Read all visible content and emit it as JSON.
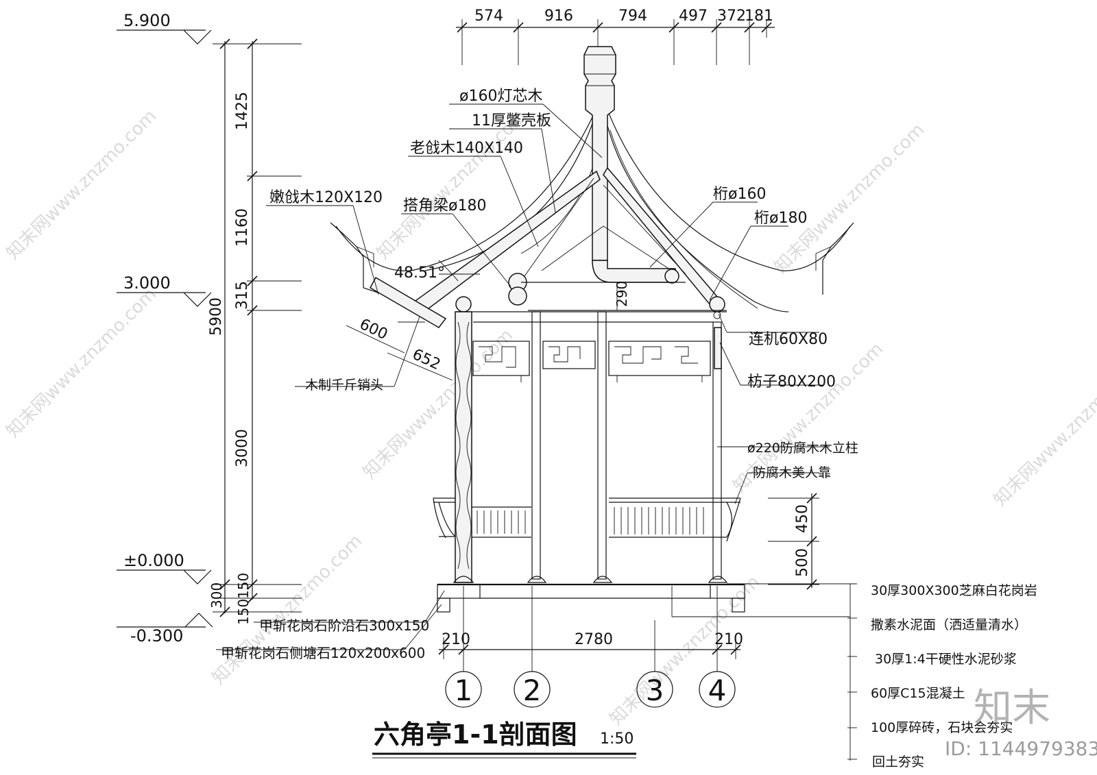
{
  "title": "六角亭1-1剖面图",
  "scale": "1:50",
  "levels": [
    "5.900",
    "3.000",
    "±0.000",
    "-0.300"
  ],
  "top_dims": [
    "574",
    "916",
    "794",
    "497",
    "372",
    "181"
  ],
  "left_dims": [
    "1425",
    "1160",
    "315",
    "3000",
    "150",
    "300",
    "150"
  ],
  "total_height": "5900",
  "right_dims": [
    "450",
    "500"
  ],
  "bottom_dims": [
    "210",
    "2780",
    "210"
  ],
  "angle": "48.51°",
  "rafter_dims": [
    "600",
    "652"
  ],
  "inner_dim": "290",
  "axes": [
    "1",
    "2",
    "3",
    "4"
  ],
  "labels": {
    "lantern_core": "ø160灯芯木",
    "turtle_board": "11厚鳖壳板",
    "old_rafter": "老戗木140X140",
    "tender_rafter": "嫩戗木120X120",
    "corner_beam": "搭角梁ø180",
    "purlin_160": "桁ø160",
    "purlin_180": "桁ø180",
    "lianji": "连机60X80",
    "fangzi": "枋子80X200",
    "column": "ø220防腐木木立柱",
    "bench": "防腐木美人靠",
    "lock_head": "木制千斤销头",
    "step_stone": "甲斩花岗石阶沿石300x150",
    "side_stone": "甲斩花岗石侧塘石120x200x600"
  },
  "layers": [
    "30厚300X300芝麻白花岗岩",
    "撒素水泥面（洒适量清水）",
    "30厚1:4干硬性水泥砂浆",
    "60厚C15混凝土",
    "100厚碎砖，石块会夯实",
    "回土夯实"
  ],
  "watermark": "知末网www.znzmo.com",
  "brand": "知末",
  "id_text": "ID: 1144979383"
}
